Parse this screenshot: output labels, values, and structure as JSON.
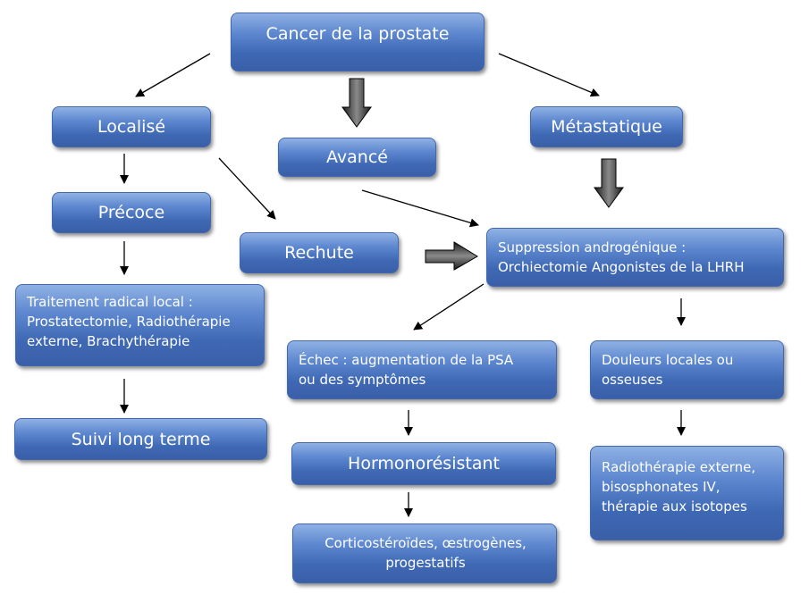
{
  "nodes": {
    "root": "Cancer de la prostate",
    "localise": "Localisé",
    "avance": "Avancé",
    "metastatique": "Métastatique",
    "precoce": "Précoce",
    "rechute": "Rechute",
    "suppression": "Suppression androgénique :\nOrchiectomie Angonistes de la LHRH",
    "traitement": "Traitement radical local :\nProstatectomie, Radiothérapie\nexterne, Brachythérapie",
    "suivi": "Suivi long terme",
    "echec": "Échec : augmentation de la PSA\nou des symptômes",
    "douleurs": "Douleurs locales ou\nosseuses",
    "hormono": "Hormonorésistant",
    "radio": "Radiothérapie externe,\nbisosphonates IV,\nthérapie aux isotopes",
    "cortico": "Corticostéroïdes, œstrogènes,\nprogestatifs"
  },
  "colors": {
    "box_top": "#8fb1e4",
    "box_bottom": "#3a5fa8",
    "box_border": "#4468ad",
    "text": "#ffffff",
    "arrow": "#000000"
  }
}
